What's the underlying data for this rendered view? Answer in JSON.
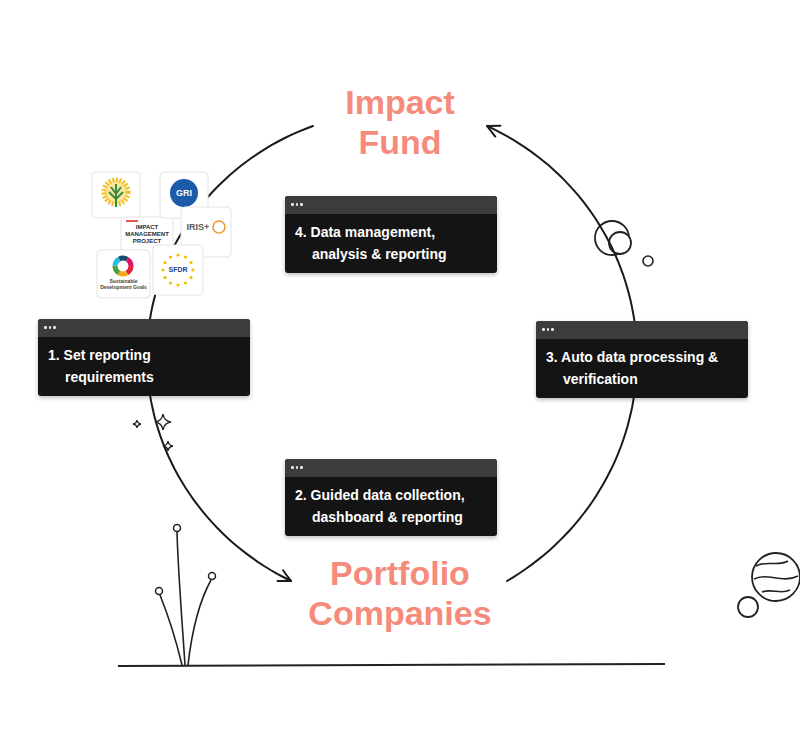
{
  "diagram": {
    "nodes": [
      {
        "text": [
          "Impact Fund"
        ]
      },
      {
        "text": [
          "4. Data management, analysis & reporting"
        ]
      },
      {
        "text": [
          "1. Set reporting requirements"
        ]
      },
      {
        "text": [
          "3. Auto data processing & verification"
        ]
      },
      {
        "text": [
          "2. Guided data collection, dashboard & reporting"
        ]
      },
      {
        "text": [
          "Portfolio Companies"
        ]
      }
    ],
    "edges": [
      {
        "from": 0,
        "to": 5,
        "arrow": "to"
      },
      {
        "from": 5,
        "to": 0,
        "arrow": "to"
      }
    ],
    "labels": [
      "GRI",
      "IMPACT MANAGEMENT PROJECT",
      "IRIS+",
      "Sustainable Development Goals",
      "SFDR"
    ]
  }
}
